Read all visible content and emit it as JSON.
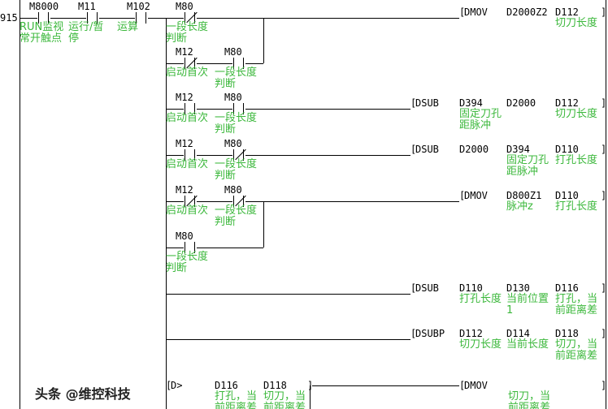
{
  "step_number": "915",
  "colors": {
    "device": "#000000",
    "comment": "#3cb83c",
    "wire": "#000000"
  },
  "rungs": [
    {
      "contacts": [
        {
          "device": "M8000",
          "type": "no",
          "comment": [
            "RUN监视",
            "常开触点"
          ]
        },
        {
          "device": "M11",
          "type": "no",
          "comment": [
            "运行/暂",
            "停"
          ]
        },
        {
          "device": "M102",
          "type": "no",
          "comment": [
            "运算"
          ]
        },
        {
          "device": "M80",
          "type": "nc",
          "comment": [
            "一段长度",
            "判断"
          ]
        }
      ],
      "instruction": {
        "mnemonic": "DMOV",
        "operands": [
          {
            "device": "D2000Z2",
            "comment": []
          },
          {
            "device": "D112",
            "comment": [
              "切刀长度"
            ]
          }
        ]
      }
    },
    {
      "contacts": [
        {
          "device": "M12",
          "type": "nc",
          "comment": [
            "启动首次"
          ]
        },
        {
          "device": "M80",
          "type": "no",
          "comment": [
            "一段长度",
            "判断"
          ]
        }
      ]
    },
    {
      "contacts": [
        {
          "device": "M12",
          "type": "no",
          "comment": [
            "启动首次"
          ]
        },
        {
          "device": "M80",
          "type": "no",
          "comment": [
            "一段长度",
            "判断"
          ]
        }
      ],
      "instruction": {
        "mnemonic": "DSUB",
        "operands": [
          {
            "device": "D394",
            "comment": [
              "固定刀孔",
              "距脉冲"
            ]
          },
          {
            "device": "D2000",
            "comment": []
          },
          {
            "device": "D112",
            "comment": [
              "切刀长度"
            ]
          }
        ]
      }
    },
    {
      "contacts": [
        {
          "device": "M12",
          "type": "no",
          "comment": [
            "启动首次"
          ]
        },
        {
          "device": "M80",
          "type": "nc",
          "comment": [
            "一段长度",
            "判断"
          ]
        }
      ],
      "instruction": {
        "mnemonic": "DSUB",
        "operands": [
          {
            "device": "D2000",
            "comment": []
          },
          {
            "device": "D394",
            "comment": [
              "固定刀孔",
              "距脉冲"
            ]
          },
          {
            "device": "D110",
            "comment": [
              "打孔长度"
            ]
          }
        ]
      }
    },
    {
      "contacts": [
        {
          "device": "M12",
          "type": "nc",
          "comment": [
            "启动首次"
          ]
        },
        {
          "device": "M80",
          "type": "nc",
          "comment": [
            "一段长度",
            "判断"
          ]
        }
      ],
      "instruction": {
        "mnemonic": "DMOV",
        "operands": [
          {
            "device": "D800Z1",
            "comment": [
              "脉冲z"
            ]
          },
          {
            "device": "D110",
            "comment": [
              "打孔长度"
            ]
          }
        ]
      }
    },
    {
      "contacts": [
        {
          "device": "M80",
          "type": "no",
          "comment": [
            "一段长度",
            "判断"
          ]
        }
      ]
    },
    {
      "contacts": [],
      "instruction": {
        "mnemonic": "DSUB",
        "operands": [
          {
            "device": "D110",
            "comment": [
              "打孔长度"
            ]
          },
          {
            "device": "D130",
            "comment": [
              "当前位置",
              "1"
            ]
          },
          {
            "device": "D116",
            "comment": [
              "打孔，当",
              "前距离差"
            ]
          }
        ]
      }
    },
    {
      "contacts": [],
      "instruction": {
        "mnemonic": "DSUBP",
        "operands": [
          {
            "device": "D112",
            "comment": [
              "切刀长度"
            ]
          },
          {
            "device": "D114",
            "comment": [
              "当前长度"
            ]
          },
          {
            "device": "D118",
            "comment": [
              "切刀，当",
              "前距离差"
            ]
          }
        ]
      }
    },
    {
      "compare": {
        "mnemonic": "D>",
        "operands": [
          {
            "device": "D116",
            "comment": [
              "打孔，当",
              "前距离差"
            ]
          },
          {
            "device": "D118",
            "comment": [
              "切刀，当",
              "前距离差"
            ]
          }
        ]
      },
      "instruction": {
        "mnemonic": "DMOV",
        "operands": [
          {
            "device": "",
            "comment": [
              "切刀，当",
              "前距离差"
            ]
          }
        ]
      }
    }
  ],
  "watermark": "头条 @维控科技"
}
